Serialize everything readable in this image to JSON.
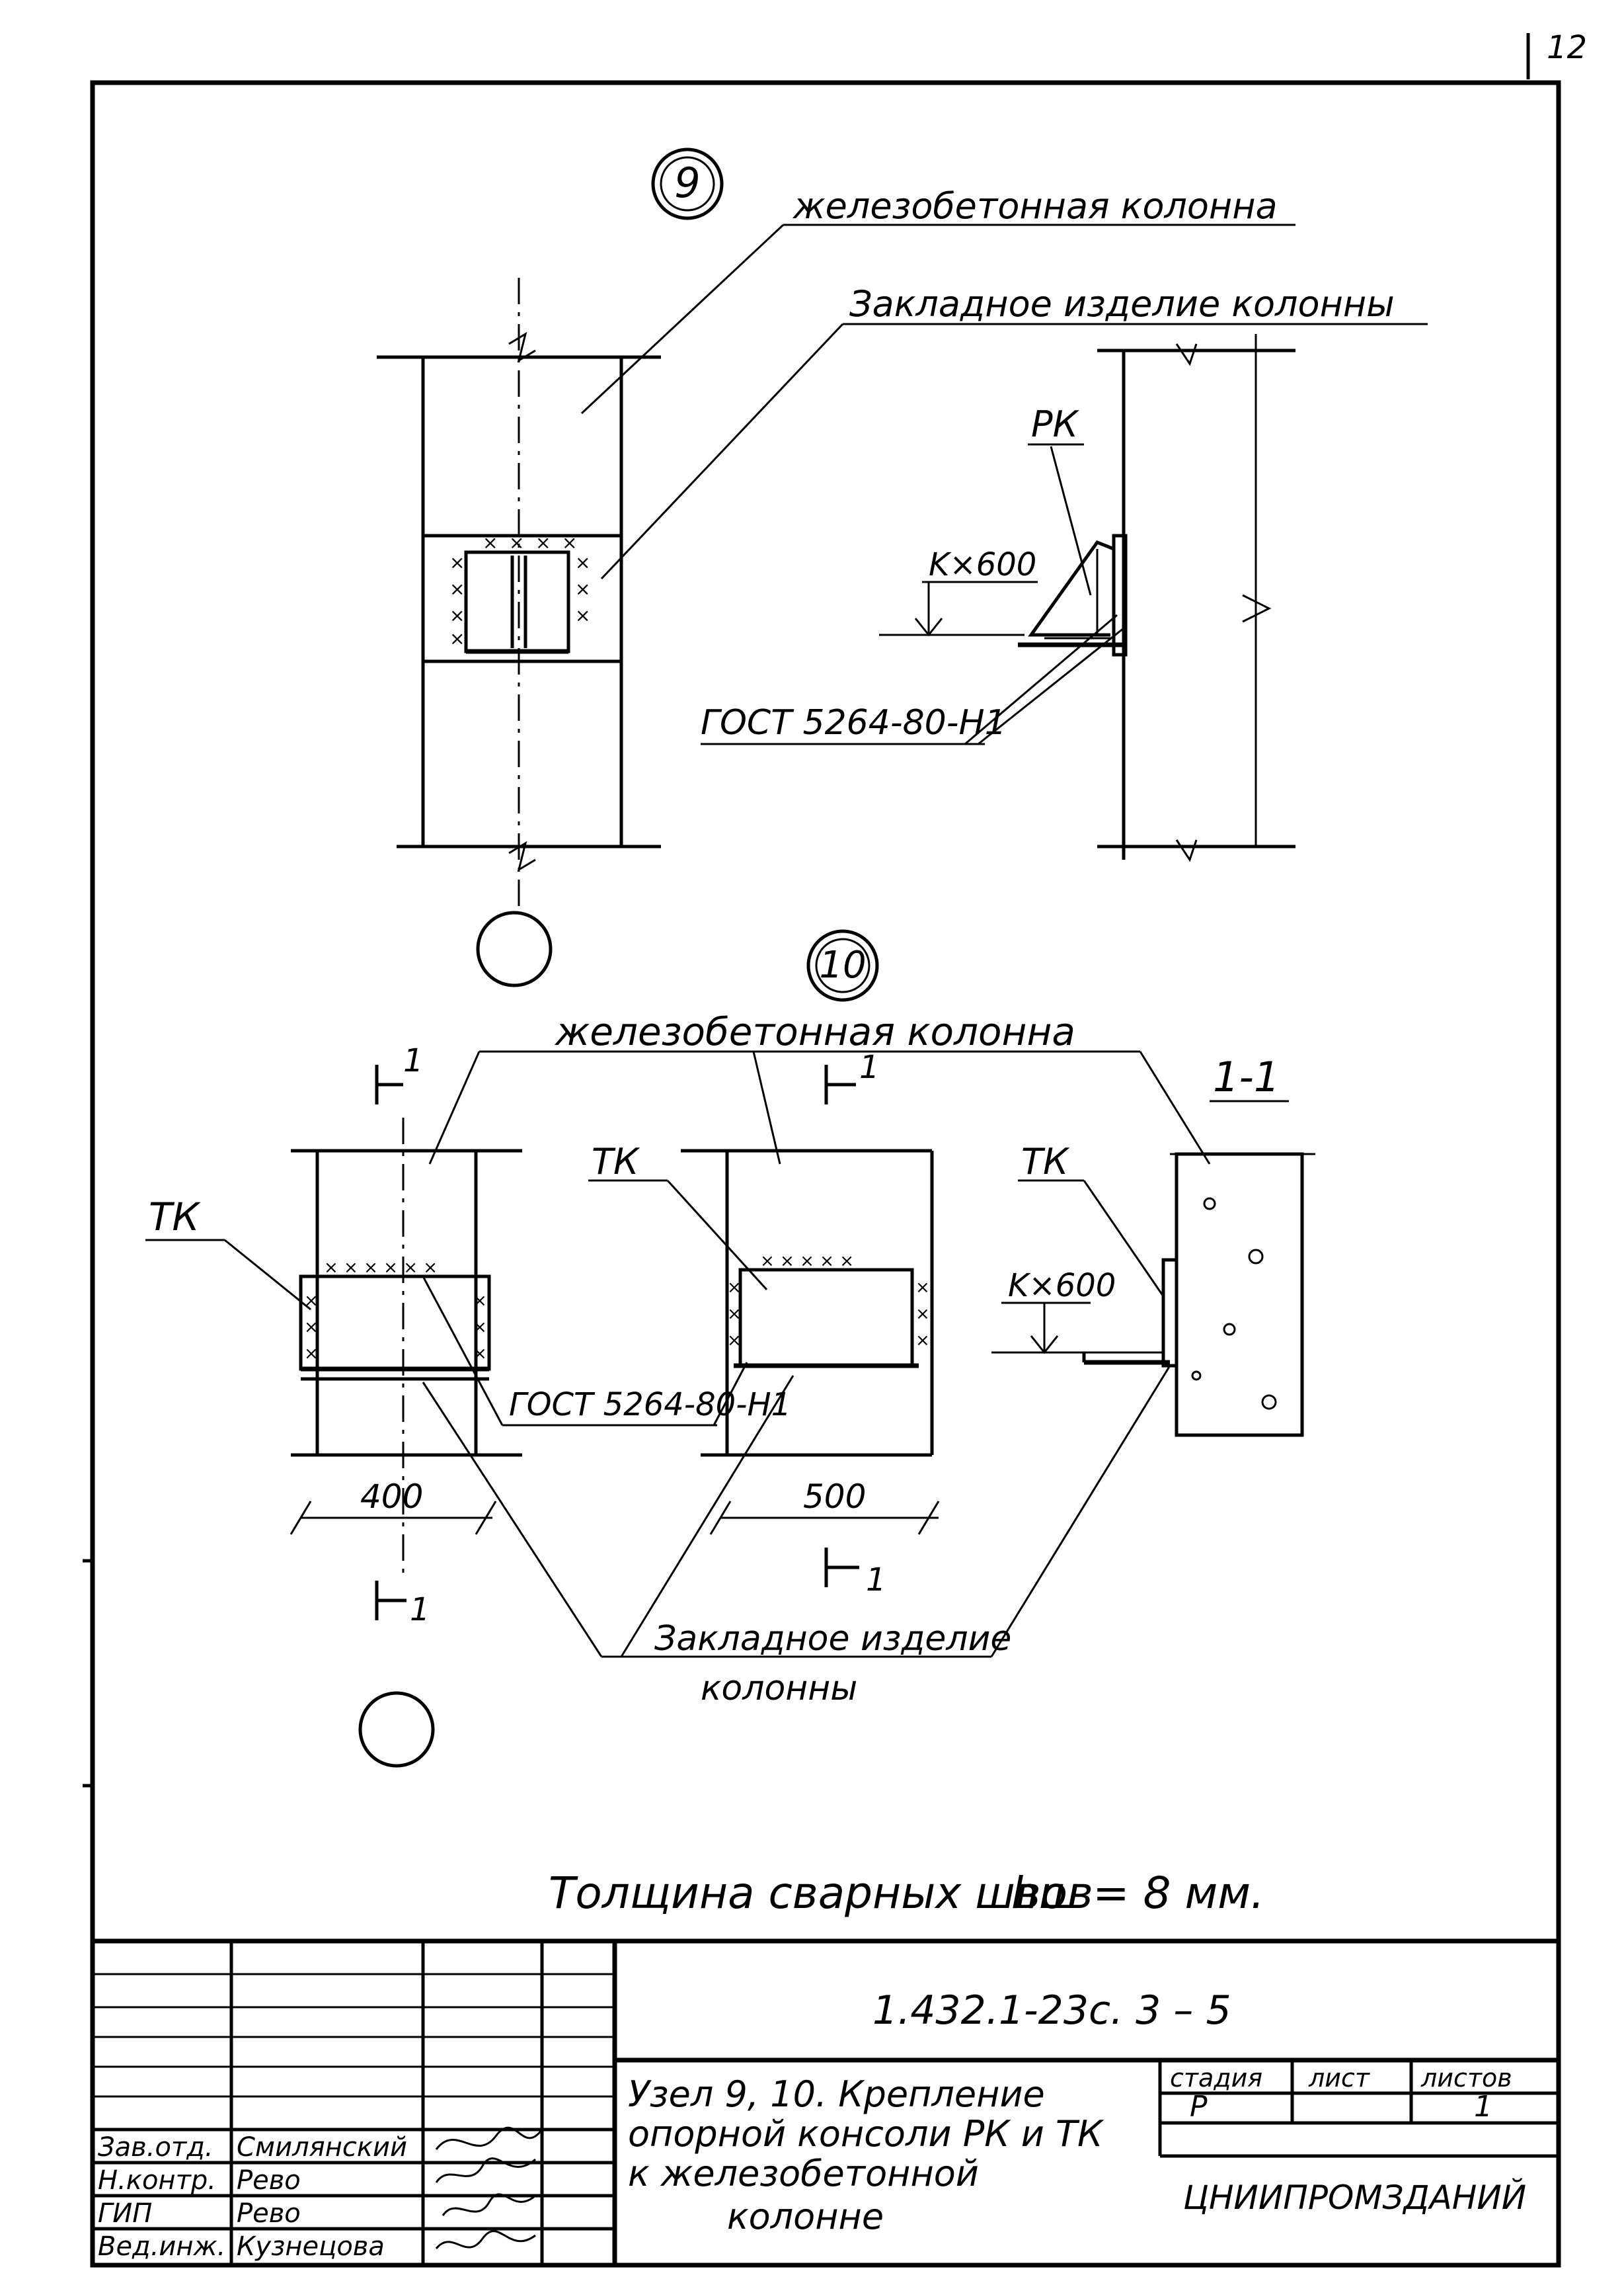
{
  "sheet_number": "12",
  "node9": {
    "marker": "9",
    "label_column": "железобетонная колонна",
    "label_embedded": "Закладное изделие колонны",
    "label_rk": "РК",
    "dim_k": "K×600",
    "gost": "ГОСТ 5264-80-Н1"
  },
  "node10": {
    "marker": "10",
    "label_column": "железобетонная колонна",
    "section_label": "1-1",
    "section_mark": "1",
    "tk_labels": [
      "ТК",
      "ТК",
      "ТК"
    ],
    "dim_k": "K×600",
    "gost": "ГОСТ 5264-80-Н1",
    "dim_400": "400",
    "dim_500": "500",
    "label_embedded_1": "Закладное изделие",
    "label_embedded_2": "колонны"
  },
  "note": "Толщина сварных швов",
  "note_formula": "hш = 8 мм.",
  "title_block": {
    "doc_code": "1.432.1-23с. 3 – 5",
    "title_lines": [
      "Узел 9, 10. Крепление",
      "опорной консоли РК и ТК",
      "к железобетонной",
      "колонне"
    ],
    "stage_header": "стадия",
    "sheet_header": "лист",
    "sheets_header": "листов",
    "stage": "Р",
    "sheet": "",
    "sheets": "1",
    "organization": "ЦНИИПРОМЗДАНИЙ",
    "signatures": [
      {
        "role": "Зав.отд.",
        "name": "Смилянский"
      },
      {
        "role": "Н.контр.",
        "name": "Рево"
      },
      {
        "role": "ГИП",
        "name": "Рево"
      },
      {
        "role": "Вед.инж.",
        "name": "Кузнецова"
      }
    ]
  }
}
